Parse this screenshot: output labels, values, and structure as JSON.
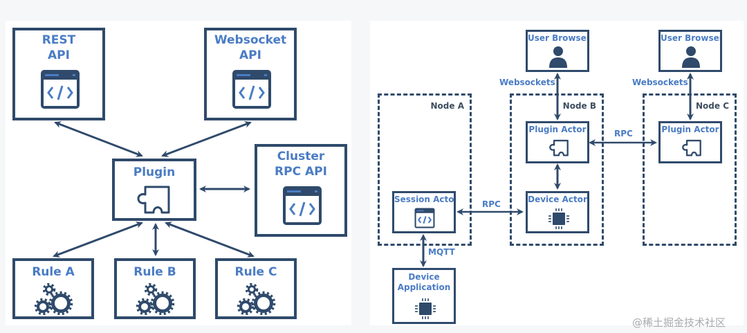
{
  "colors": {
    "stroke": "#2f4a6b",
    "label": "#4a7cc4",
    "node_label": "#3d4d60",
    "background": "#ffffff"
  },
  "left_diagram": {
    "boxes": {
      "rest_api": {
        "line1": "REST",
        "line2": "API",
        "icon": "code-window-icon"
      },
      "websocket_api": {
        "line1": "Websocket",
        "line2": "API",
        "icon": "code-window-icon"
      },
      "plugin": {
        "line1": "Plugin",
        "icon": "puzzle-piece-icon"
      },
      "cluster_rpc_api": {
        "line1": "Cluster",
        "line2": "RPC API",
        "icon": "code-window-icon"
      },
      "rule_a": {
        "line1": "Rule A",
        "icon": "gears-icon"
      },
      "rule_b": {
        "line1": "Rule B",
        "icon": "gears-icon"
      },
      "rule_c": {
        "line1": "Rule C",
        "icon": "gears-icon"
      }
    },
    "connections": [
      [
        "rest_api",
        "plugin"
      ],
      [
        "websocket_api",
        "plugin"
      ],
      [
        "plugin",
        "cluster_rpc_api"
      ],
      [
        "plugin",
        "rule_a"
      ],
      [
        "plugin",
        "rule_b"
      ],
      [
        "plugin",
        "rule_c"
      ]
    ]
  },
  "right_diagram": {
    "nodes": {
      "node_a": "Node A",
      "node_b": "Node B",
      "node_c": "Node C"
    },
    "boxes": {
      "user_browser_b": {
        "label": "User Browser",
        "icon": "user-icon"
      },
      "user_browser_c": {
        "label": "User Browser",
        "icon": "user-icon"
      },
      "plugin_actor_b": {
        "label": "Plugin Actor",
        "icon": "puzzle-piece-icon"
      },
      "plugin_actor_c": {
        "label": "Plugin Actor",
        "icon": "puzzle-piece-icon"
      },
      "session_actor": {
        "label": "Session Actor",
        "icon": "code-window-icon"
      },
      "device_actor": {
        "label": "Device Actor",
        "icon": "chip-icon"
      },
      "device_application": {
        "line1": "Device",
        "line2": "Application",
        "icon": "chip-icon"
      }
    },
    "edge_labels": {
      "websockets_b": "Websockets",
      "websockets_c": "Websockets",
      "rpc_plugin": "RPC",
      "rpc_session": "RPC",
      "mqtt": "MQTT"
    }
  },
  "watermark": "@稀土掘金技术社区"
}
